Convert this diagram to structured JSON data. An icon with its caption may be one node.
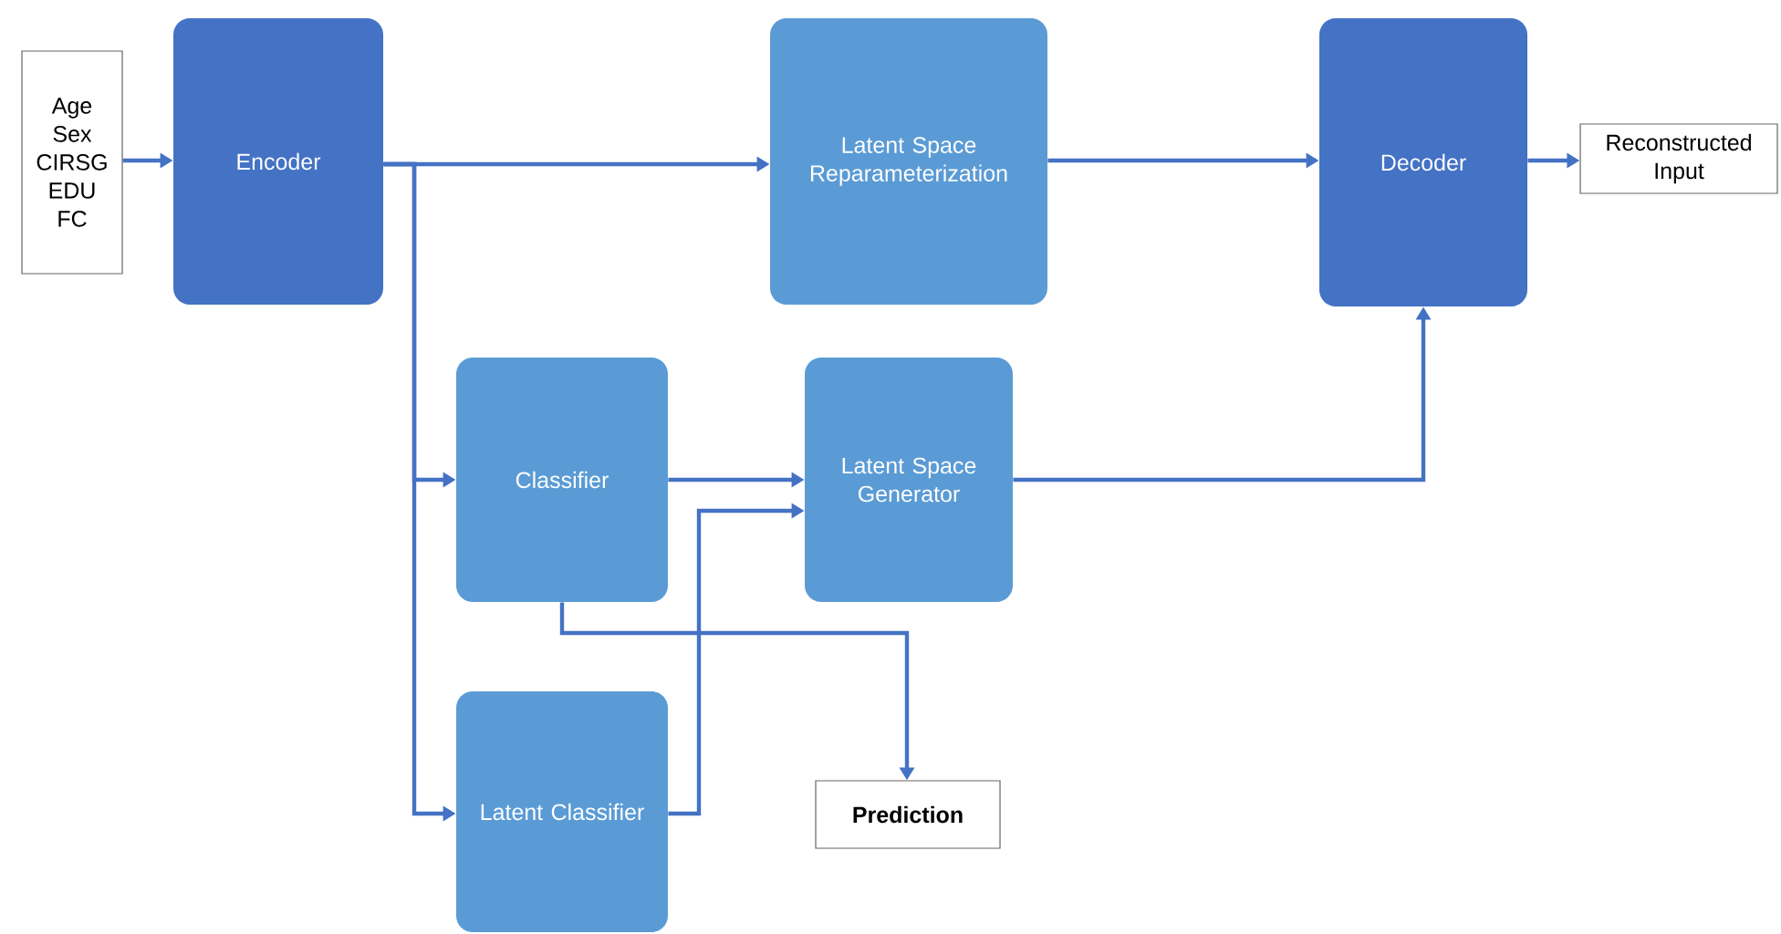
{
  "diagram": {
    "nodes": [
      {
        "text": [
          "Age",
          "Sex",
          "CIRSG",
          "EDU",
          "FC"
        ]
      },
      {
        "text": [
          "Encoder"
        ]
      },
      {
        "text": [
          "Latent Space Reparameterization"
        ]
      },
      {
        "text": [
          "Decoder"
        ]
      },
      {
        "text": [
          "Reconstructed Input"
        ]
      },
      {
        "text": [
          "Classifier"
        ]
      },
      {
        "text": [
          "Latent Space Generator"
        ]
      },
      {
        "text": [
          "Latent Classifier"
        ]
      },
      {
        "text": [
          "Prediction"
        ]
      }
    ],
    "edges": [
      {
        "from": 0,
        "to": 1,
        "arrow": "to"
      },
      {
        "from": 1,
        "to": 2,
        "arrow": "to"
      },
      {
        "from": 2,
        "to": 3,
        "arrow": "to"
      },
      {
        "from": 3,
        "to": 4,
        "arrow": "to"
      },
      {
        "from": 1,
        "to": 5,
        "arrow": "to"
      },
      {
        "from": 1,
        "to": 7,
        "arrow": "to"
      },
      {
        "from": 5,
        "to": 6,
        "arrow": "to"
      },
      {
        "from": 7,
        "to": 6,
        "arrow": "to"
      },
      {
        "from": 6,
        "to": 3,
        "arrow": "to"
      },
      {
        "from": 5,
        "to": 8,
        "arrow": "to"
      }
    ]
  }
}
